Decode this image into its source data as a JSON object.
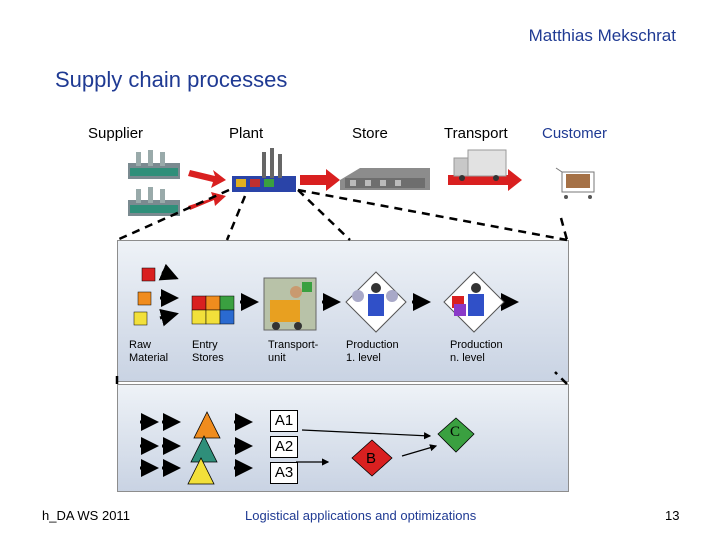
{
  "header": {
    "author": "Matthias Mekschrat",
    "title": "Supply chain processes"
  },
  "stages": [
    "Supplier",
    "Plant",
    "Store",
    "Transport",
    "Customer"
  ],
  "detail": {
    "labels": [
      "Raw\nMaterial",
      "Entry\nStores",
      "Transport-\nunit",
      "Production\n1. level",
      "Production\nn. level"
    ]
  },
  "products": {
    "a1": "A1",
    "a2": "A2",
    "a3": "A3",
    "b": "B",
    "c": "C"
  },
  "footer": {
    "left": "h_DA  WS 2011",
    "center": "Logistical applications and optimizations",
    "page": "13"
  },
  "colors": {
    "accent": "#1f3a93",
    "arrow_red": "#d92020",
    "panel_blue": "#c9d3e3"
  }
}
